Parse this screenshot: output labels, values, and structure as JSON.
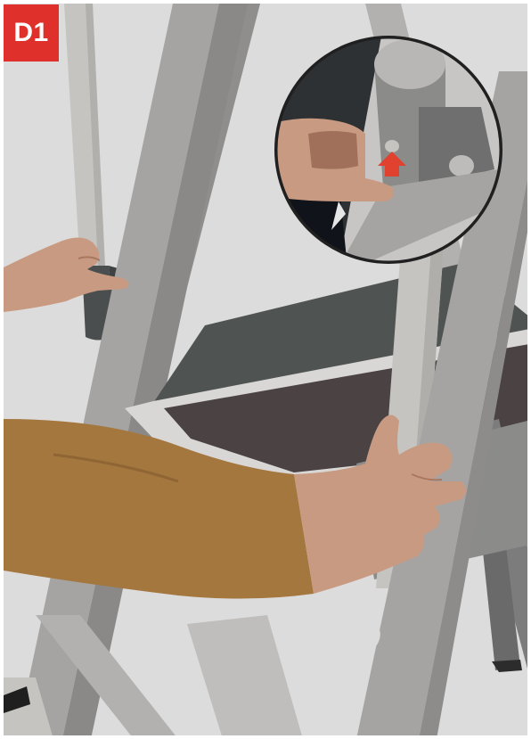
{
  "step": {
    "label": "D1"
  },
  "colors": {
    "background": "#dcdcdc",
    "frame_border": "#ffffff",
    "badge": "#e0302c",
    "rail_light": "#c6c4c1",
    "rail_mid": "#a6a4a2",
    "rail_dark": "#7c7c7c",
    "platform_top": "#4f5453",
    "platform_insert": "#4a4243",
    "skin": "#c99a82",
    "sleeve": "#a4773f",
    "foot_cap": "#4b4e4e",
    "arrow": "#e0422f"
  },
  "illustration": {
    "subject": "ladder-assembly-step",
    "detail_inset": "zoomed-latch-with-red-arrow"
  }
}
